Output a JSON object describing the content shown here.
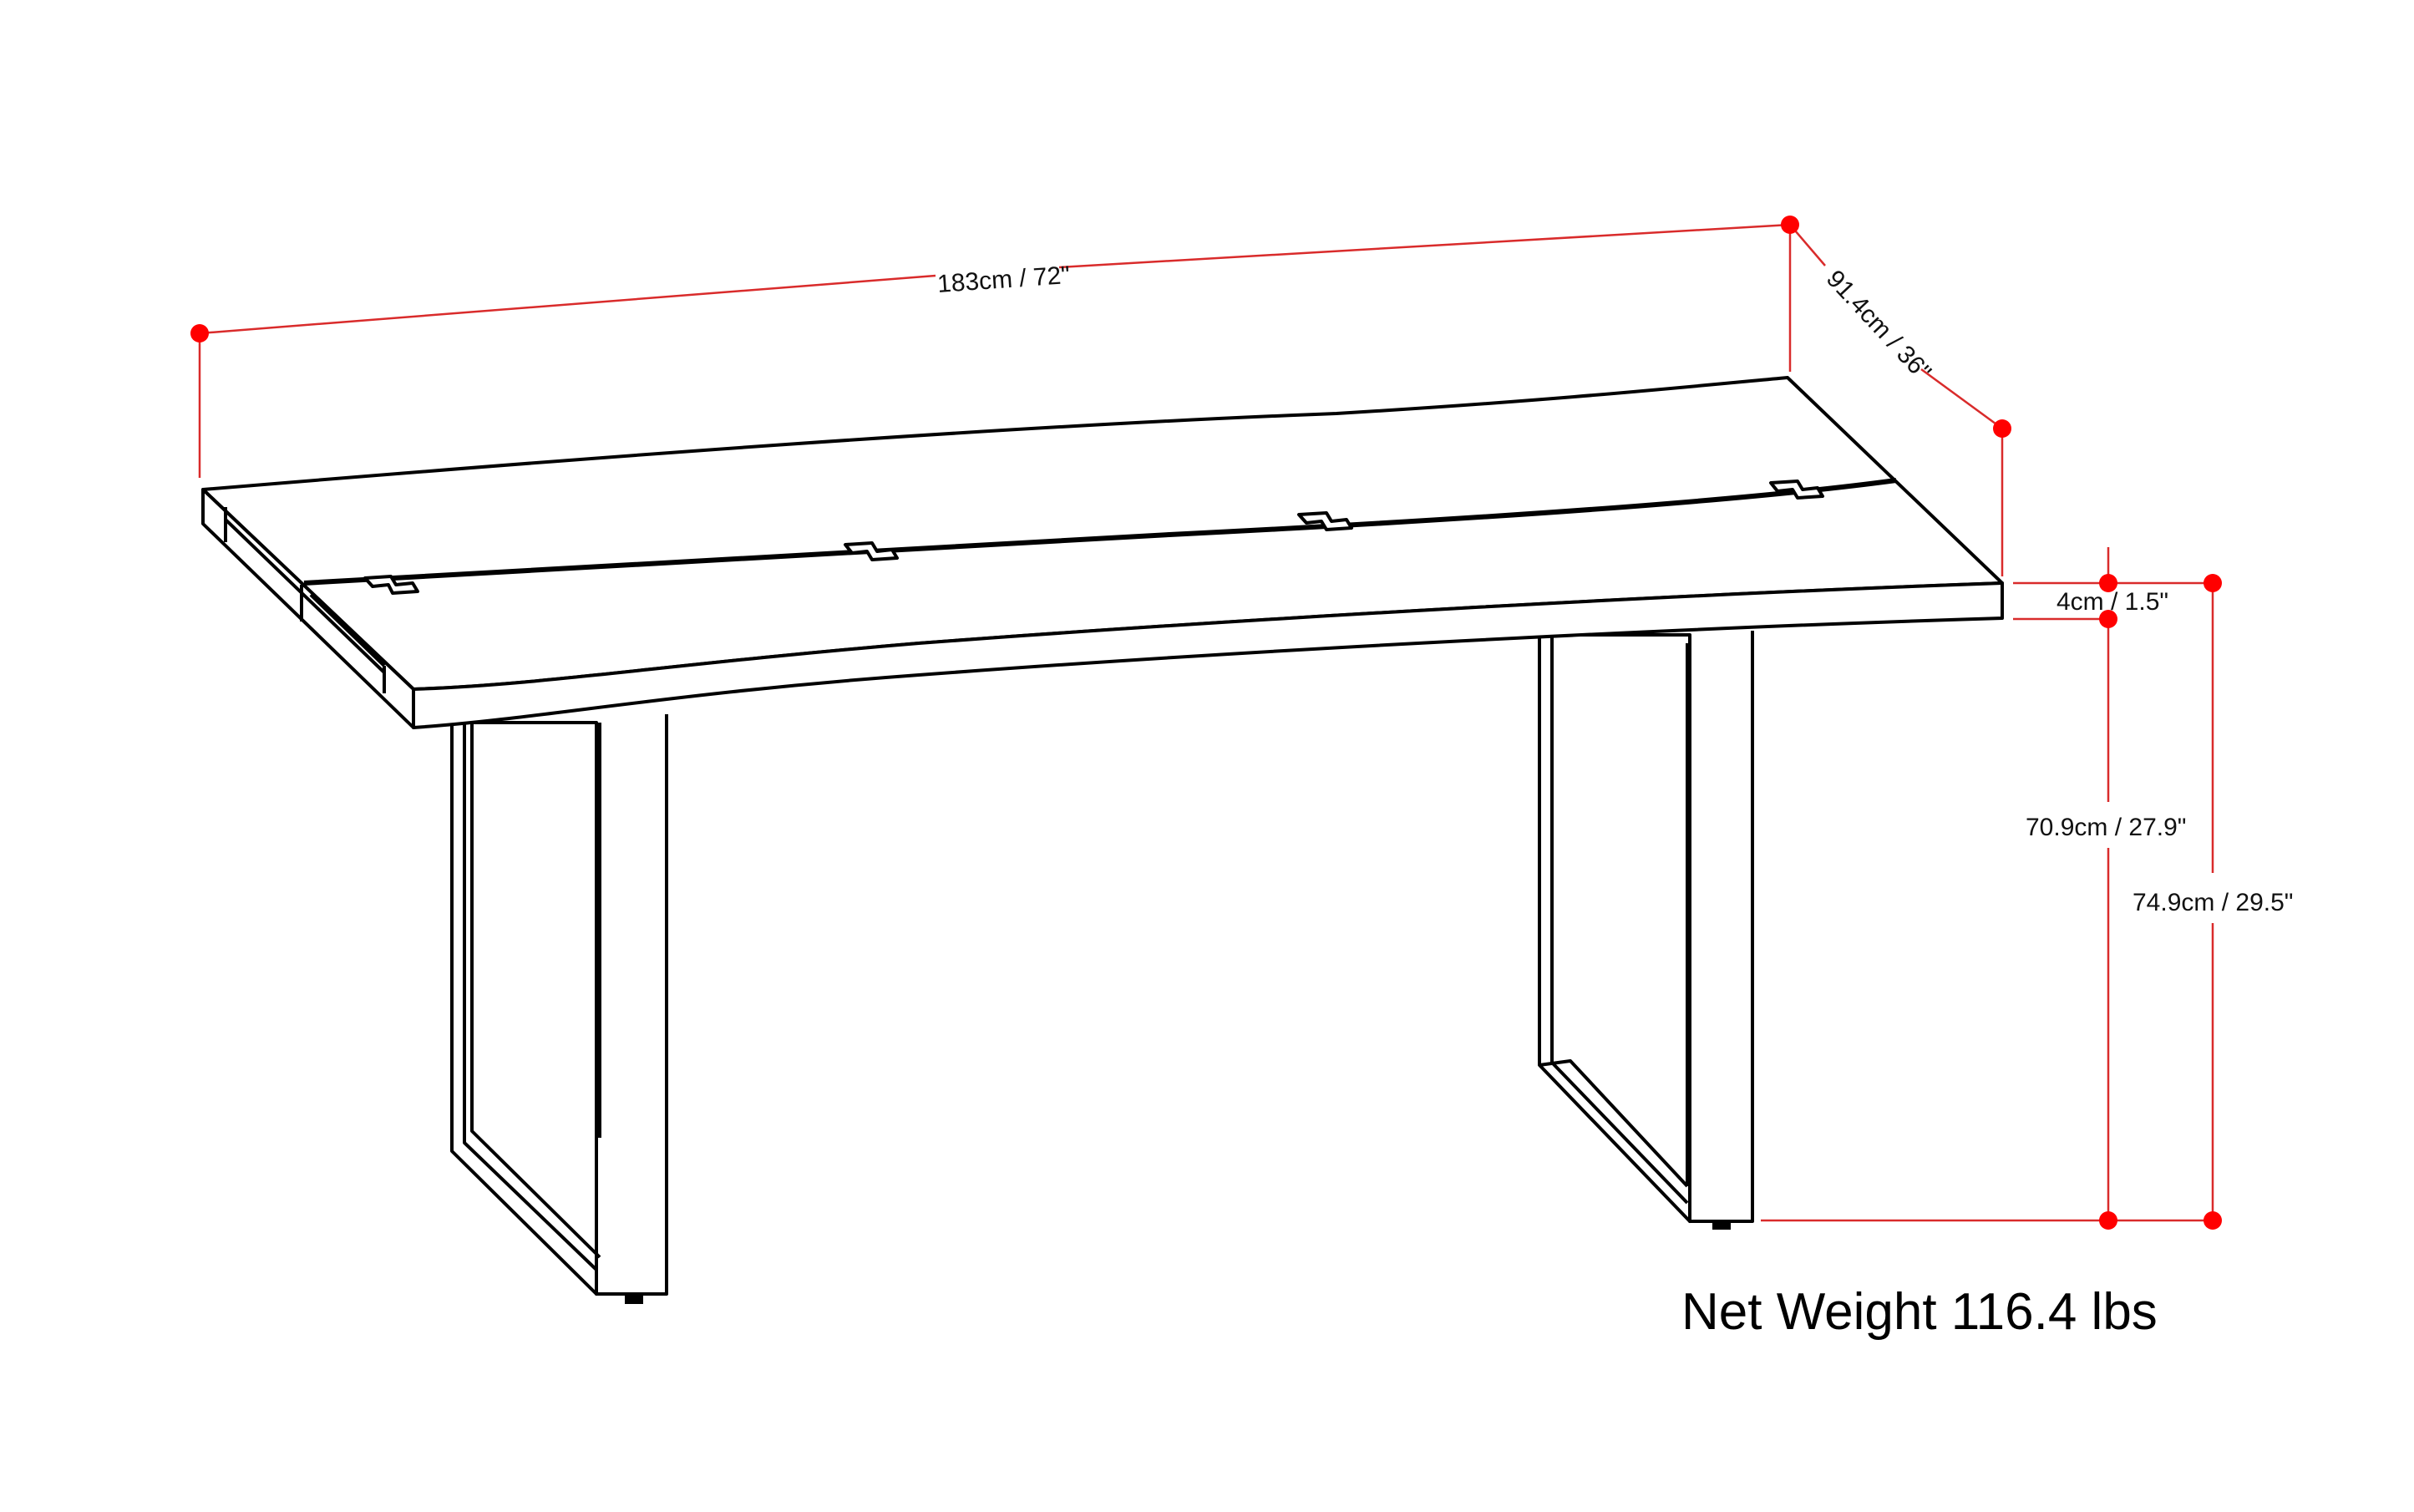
{
  "diagram": {
    "subject": "Live-edge dining table with U-shaped metal legs",
    "dimensions": {
      "length": "183cm / 72\"",
      "depth": "91.4cm / 36\"",
      "top_thickness": "4cm / 1.5\"",
      "leg_clearance": "70.9cm / 27.9\"",
      "overall_height": "74.9cm / 29.5\""
    },
    "net_weight": "Net Weight 116.4 lbs",
    "colors": {
      "dimension_line": "#d92b2b",
      "dimension_dot": "#ff0000",
      "outline": "#000000",
      "background": "#ffffff"
    }
  }
}
